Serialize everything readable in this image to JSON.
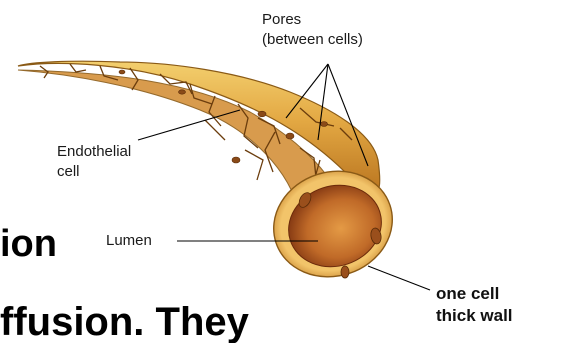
{
  "labels": {
    "pores_line1": "Pores",
    "pores_line2": "(between cells)",
    "endothelial_line1": "Endothelial",
    "endothelial_line2": "cell",
    "lumen": "Lumen",
    "wall_line1": "one cell",
    "wall_line2": "thick wall"
  },
  "background_text": {
    "line1": "ion",
    "line2": "ffusion. They"
  },
  "colors": {
    "vessel_fill": "#e7b04a",
    "vessel_highlight": "#f6d77c",
    "vessel_edge": "#8a5a16",
    "lumen_dark": "#8a3b12",
    "lumen_mid": "#c9772f",
    "cell_lines": "#6b3d0d"
  }
}
